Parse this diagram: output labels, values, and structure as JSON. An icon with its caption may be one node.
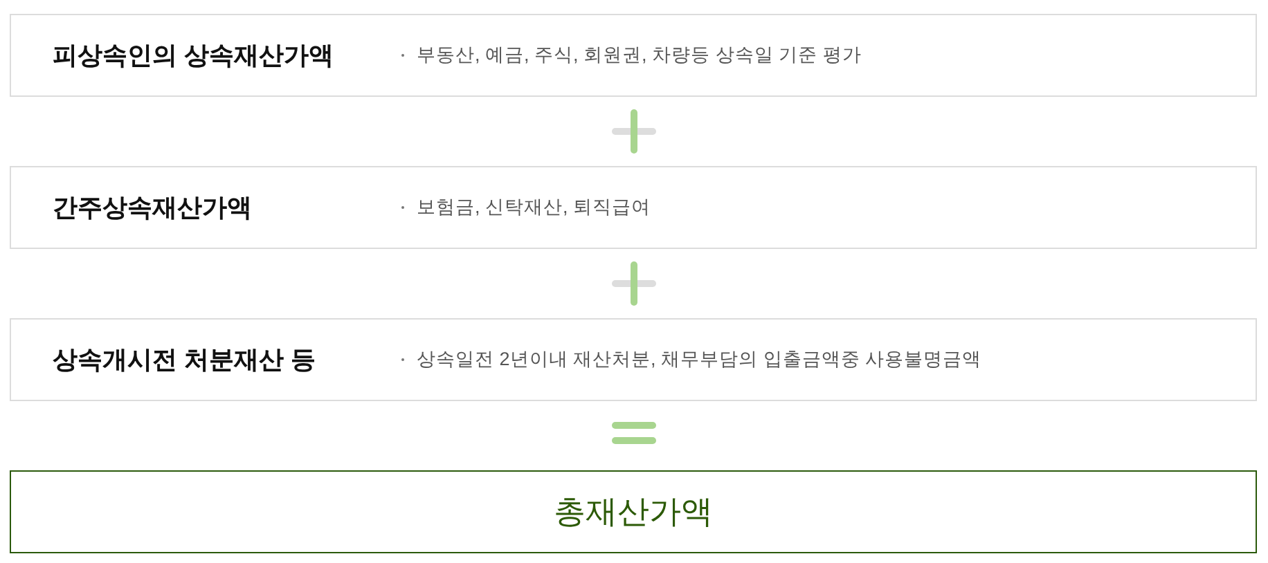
{
  "diagram": {
    "nodes": [
      {
        "text": [
          "피상속인의 상속재산가액",
          "부동산, 예금, 주식, 회원권, 차량등 상속일 기준 평가"
        ]
      },
      {
        "text": [
          "간주상속재산가액",
          "보험금, 신탁재산, 퇴직급여"
        ]
      },
      {
        "text": [
          "상속개시전 처분재산 등",
          "상속일전 2년이내 재산처분, 채무부담의 입출금액중 사용불명금액"
        ]
      },
      {
        "text": [
          "총재산가액"
        ]
      }
    ]
  }
}
